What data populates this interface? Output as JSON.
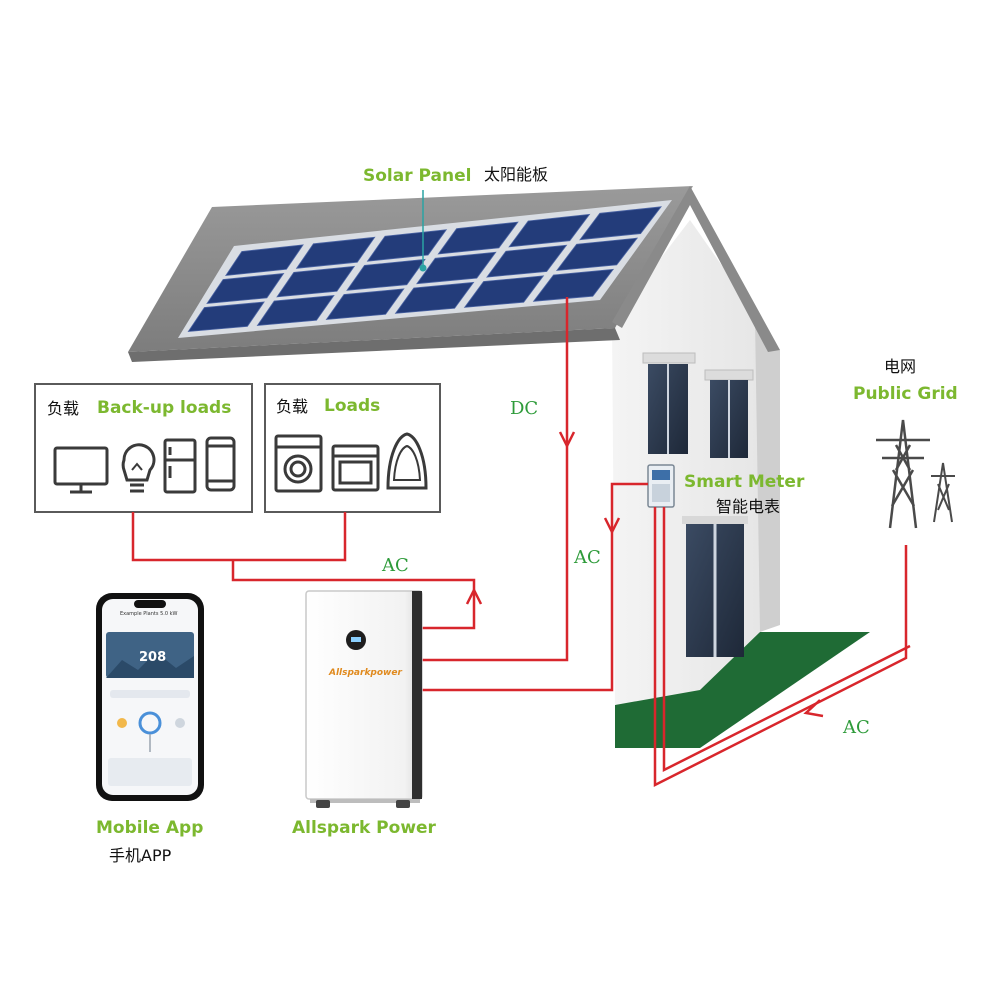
{
  "labels": {
    "solar_panel": {
      "en": "Solar Panel",
      "cn": "太阳能板"
    },
    "backup_loads": {
      "cn": "负载",
      "en": "Back-up loads"
    },
    "loads": {
      "cn": "负载",
      "en": "Loads"
    },
    "smart_meter": {
      "en": "Smart Meter",
      "cn": "智能电表"
    },
    "public_grid": {
      "cn": "电网",
      "en": "Public Grid"
    },
    "mobile_app": {
      "en": "Mobile App",
      "cn": "手机APP"
    },
    "allspark_power": {
      "en": "Allspark Power"
    },
    "brand_logo": "Allsparkpower"
  },
  "flows": {
    "dc": "DC",
    "ac_loads": "AC",
    "ac_meter": "AC",
    "ac_grid": "AC"
  },
  "phone": {
    "header": "Example Plants 5.0 kW",
    "big_value": "208"
  },
  "colors": {
    "label_green": "#7cb82f",
    "flow_text_green": "#2e9b3a",
    "wire_red": "#d8262c",
    "panel_blue": "#233c7a",
    "lawn_green": "#1f6b35"
  }
}
